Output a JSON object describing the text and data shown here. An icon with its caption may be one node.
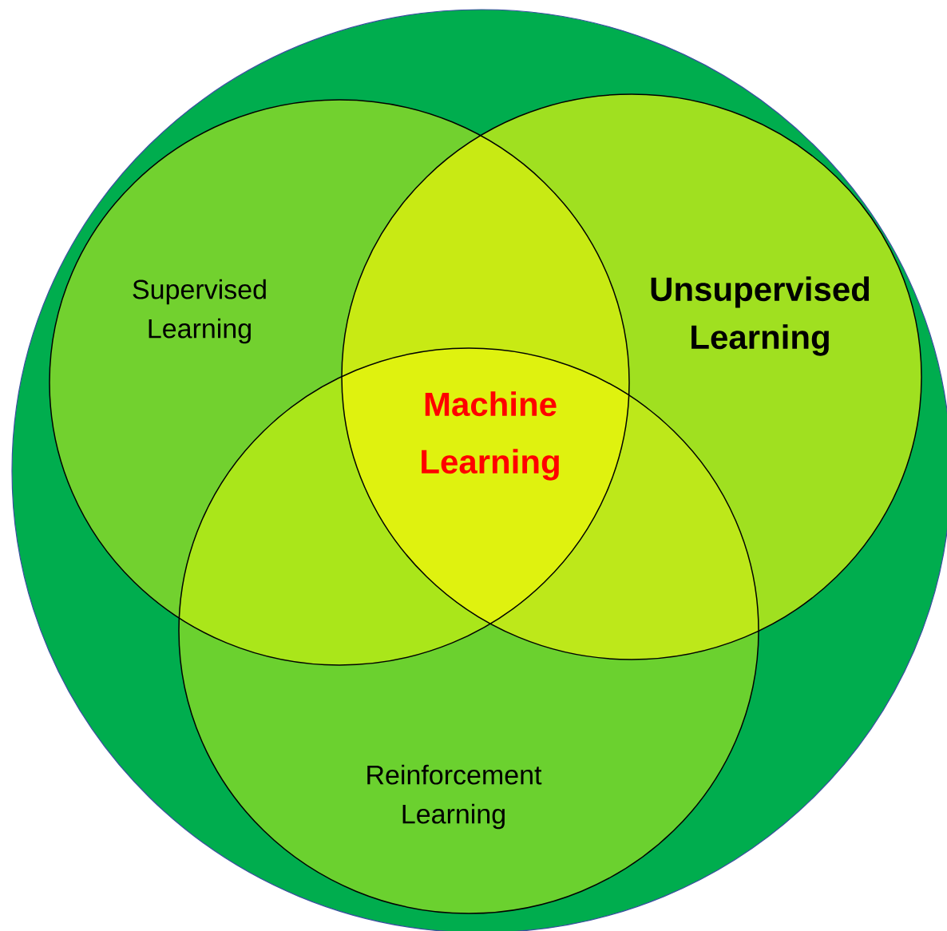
{
  "diagram": {
    "nodes": [
      {
        "text": [],
        "shape": "circle"
      },
      {
        "text": [
          "Supervised Learning"
        ],
        "in": 0
      },
      {
        "text": [
          "Unsupervised Learning"
        ],
        "in": 0
      },
      {
        "text": [
          "Reinforcement Learning"
        ],
        "in": 0
      }
    ],
    "edges": [],
    "labels": [
      "Machine Learning"
    ]
  }
}
